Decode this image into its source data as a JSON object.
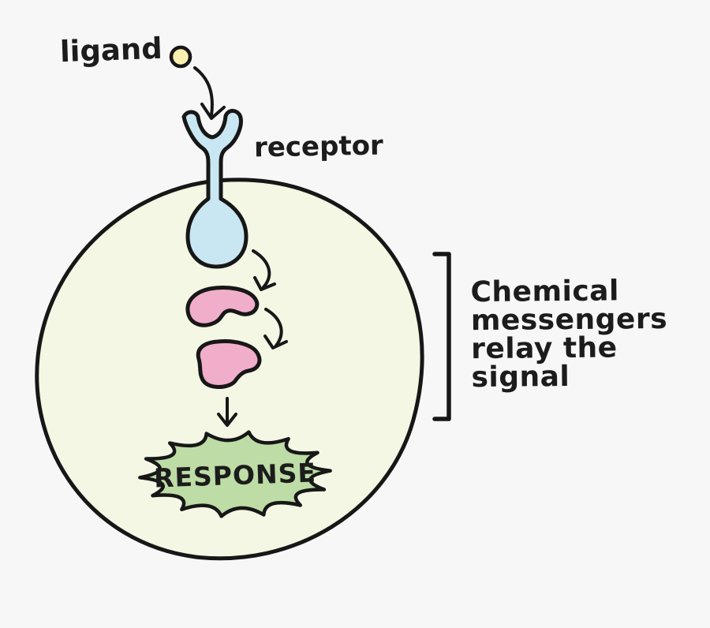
{
  "labels": {
    "ligand": "ligand",
    "receptor": "receptor",
    "response": "RESPONSE",
    "annotation_lines": [
      "Chemical",
      "messengers",
      "relay the",
      "signal"
    ]
  },
  "colors": {
    "background": "#f7f7f7",
    "outline": "#171717",
    "ligand_fill": "#faf0b0",
    "receptor_fill": "#c9e7f2",
    "cell_fill": "#f3f7e3",
    "messenger_fill": "#f0aecb",
    "response_fill": "#bedca6"
  }
}
